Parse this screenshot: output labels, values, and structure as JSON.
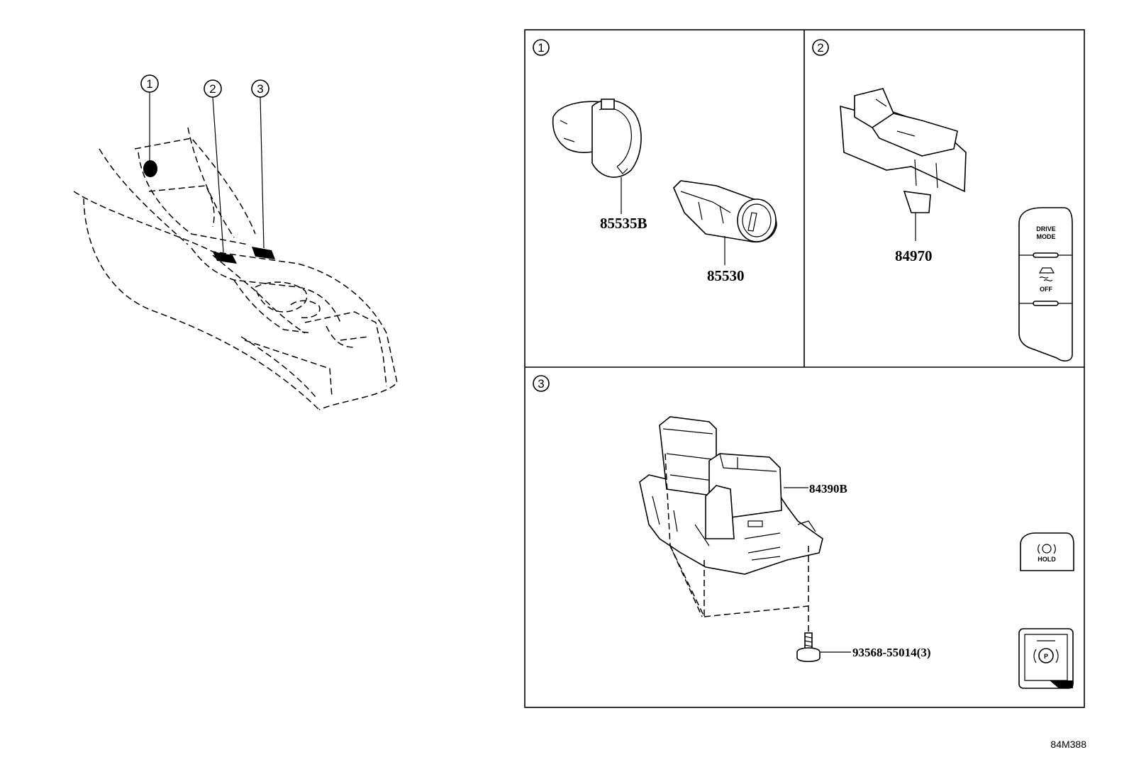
{
  "callouts": {
    "c1": "1",
    "c2": "2",
    "c3": "3"
  },
  "panels": {
    "p1": {
      "index": "1",
      "parts": [
        "85535B",
        "85530"
      ]
    },
    "p2": {
      "index": "2",
      "parts": [
        "84970"
      ],
      "switch_labels": {
        "drive_mode_line1": "DRIVE",
        "drive_mode_line2": "MODE",
        "off": "OFF"
      }
    },
    "p3": {
      "index": "3",
      "parts": [
        "84390B",
        "93568-55014(3)"
      ],
      "hold_label": "HOLD",
      "parking_label": "P"
    }
  },
  "diagram_code": "84M388"
}
